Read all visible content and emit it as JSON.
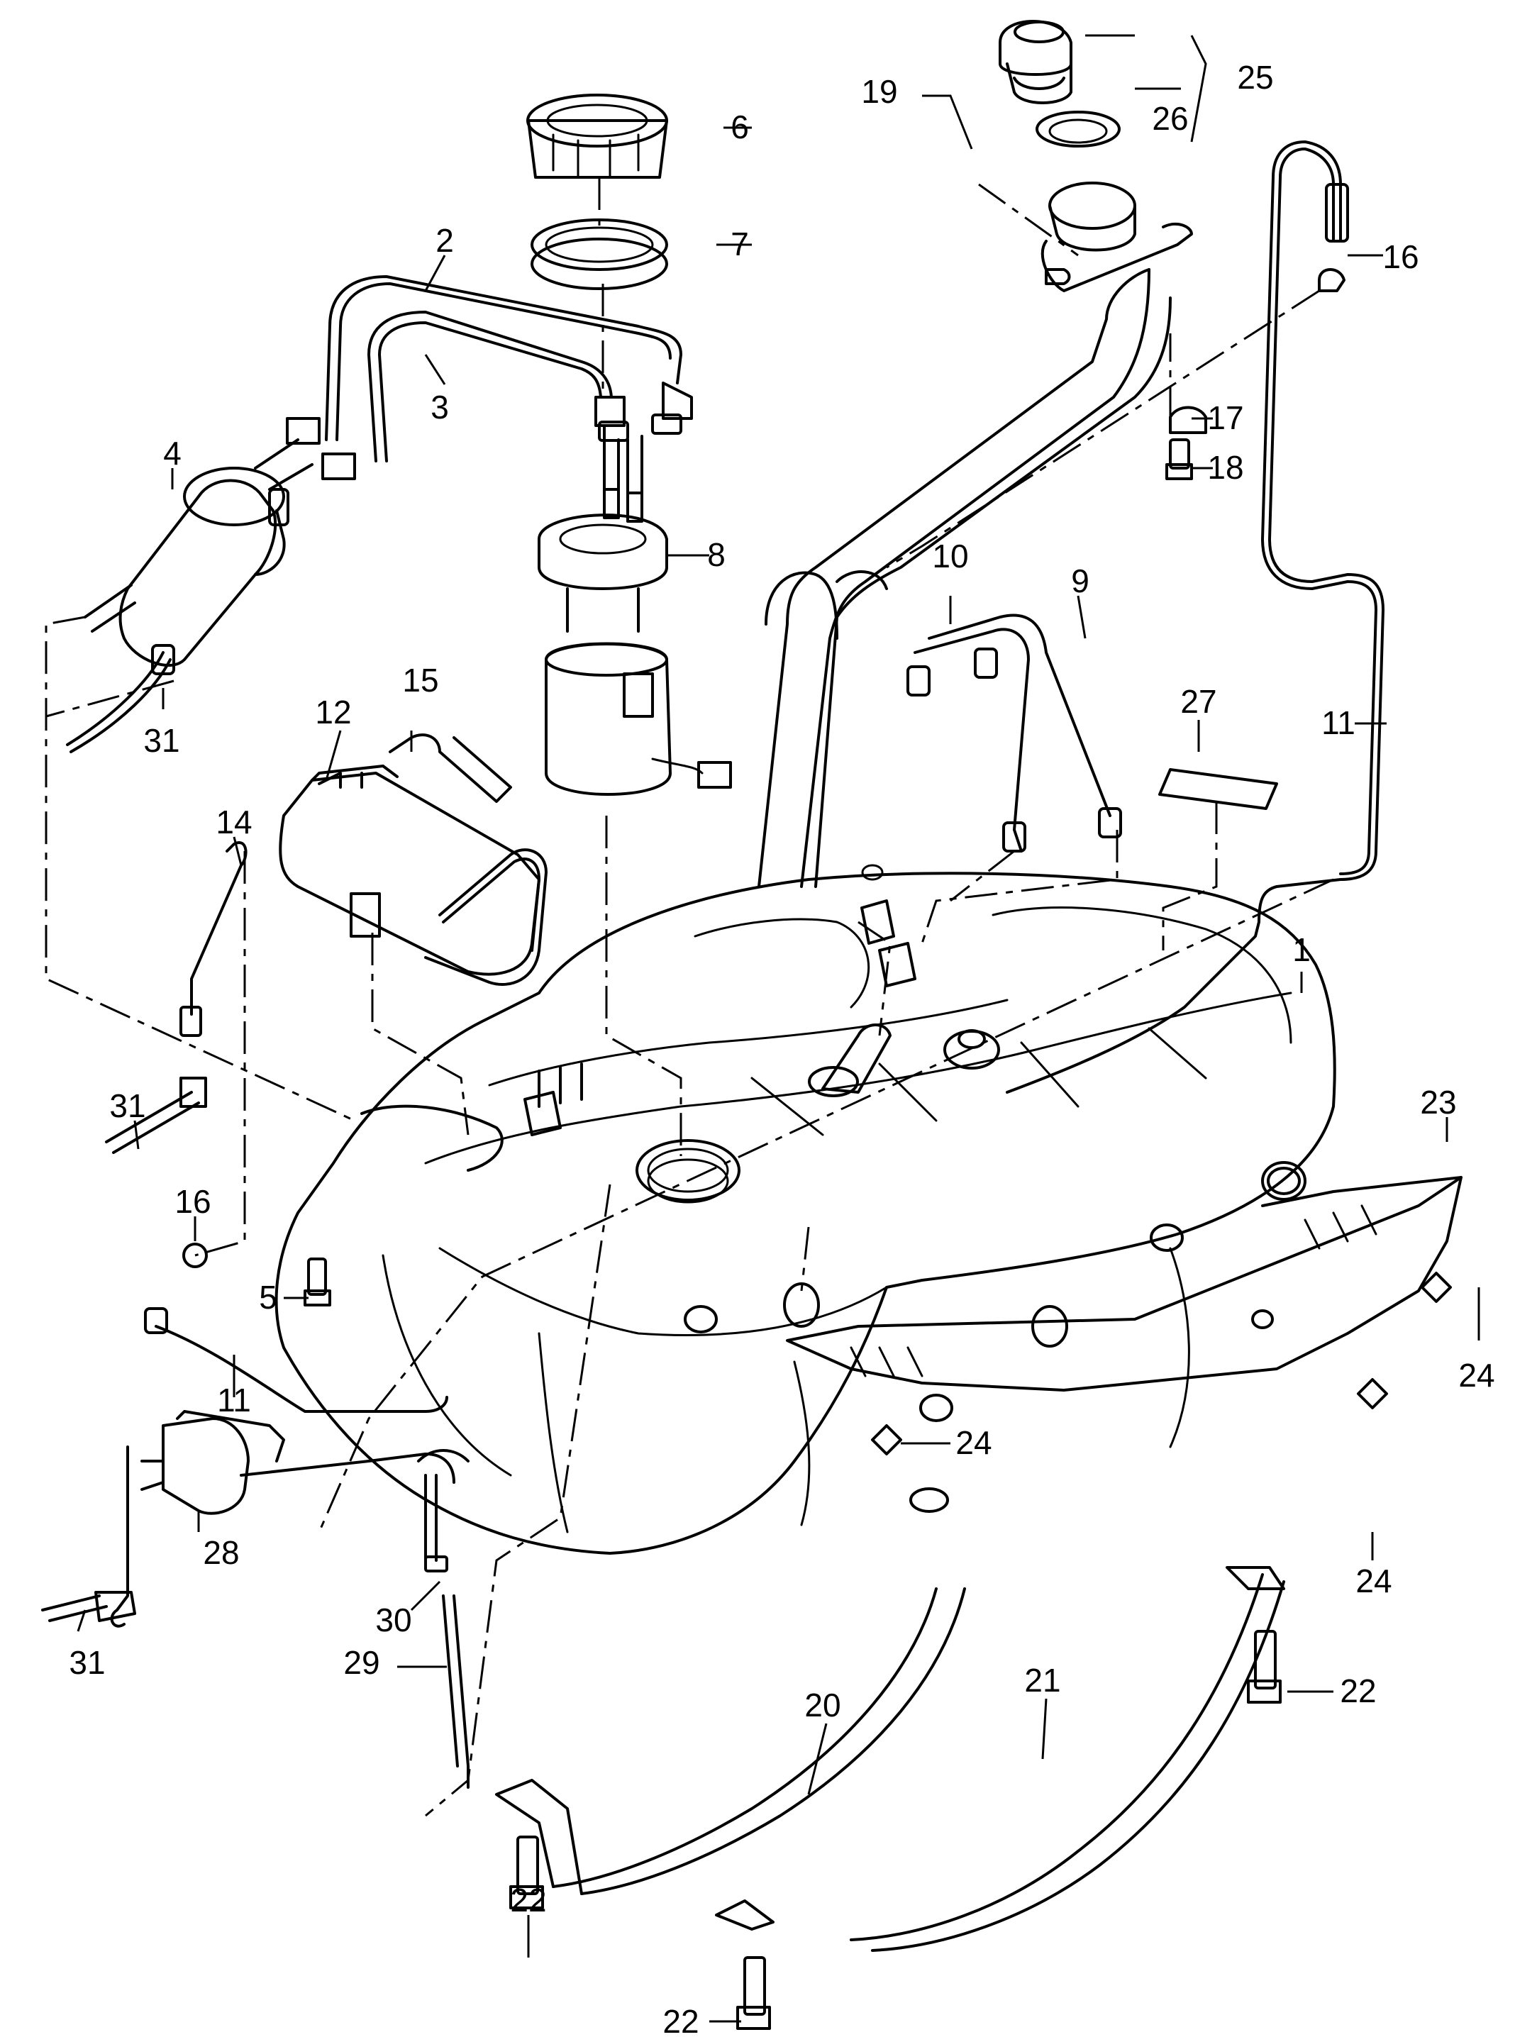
{
  "diagram": {
    "callouts": [
      {
        "id": "c1",
        "label": "1"
      },
      {
        "id": "c2",
        "label": "2"
      },
      {
        "id": "c3",
        "label": "3"
      },
      {
        "id": "c4",
        "label": "4"
      },
      {
        "id": "c5",
        "label": "5"
      },
      {
        "id": "c6",
        "label": "6"
      },
      {
        "id": "c7",
        "label": "7"
      },
      {
        "id": "c8",
        "label": "8"
      },
      {
        "id": "c9",
        "label": "9"
      },
      {
        "id": "c10",
        "label": "10"
      },
      {
        "id": "c11a",
        "label": "11"
      },
      {
        "id": "c11b",
        "label": "11"
      },
      {
        "id": "c12",
        "label": "12"
      },
      {
        "id": "c14",
        "label": "14"
      },
      {
        "id": "c15",
        "label": "15"
      },
      {
        "id": "c16a",
        "label": "16"
      },
      {
        "id": "c16b",
        "label": "16"
      },
      {
        "id": "c17",
        "label": "17"
      },
      {
        "id": "c18",
        "label": "18"
      },
      {
        "id": "c19",
        "label": "19"
      },
      {
        "id": "c20",
        "label": "20"
      },
      {
        "id": "c21",
        "label": "21"
      },
      {
        "id": "c22a",
        "label": "22"
      },
      {
        "id": "c22b",
        "label": "22"
      },
      {
        "id": "c22c",
        "label": "22"
      },
      {
        "id": "c23",
        "label": "23"
      },
      {
        "id": "c24a",
        "label": "24"
      },
      {
        "id": "c24b",
        "label": "24"
      },
      {
        "id": "c24c",
        "label": "24"
      },
      {
        "id": "c25",
        "label": "25"
      },
      {
        "id": "c26",
        "label": "26"
      },
      {
        "id": "c27",
        "label": "27"
      },
      {
        "id": "c28",
        "label": "28"
      },
      {
        "id": "c29",
        "label": "29"
      },
      {
        "id": "c30",
        "label": "30"
      },
      {
        "id": "c31a",
        "label": "31"
      },
      {
        "id": "c31b",
        "label": "31"
      },
      {
        "id": "c31c",
        "label": "31"
      }
    ]
  }
}
